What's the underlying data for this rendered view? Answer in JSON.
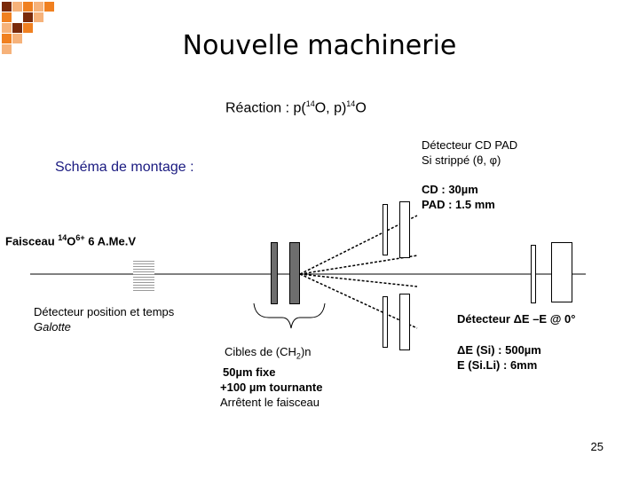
{
  "slide": {
    "title": "Nouvelle machinerie",
    "reaction": {
      "prefix": "Réaction : p(",
      "sup1": "14",
      "mid": "O, p)",
      "sup2": "14",
      "suffix": "O"
    },
    "schema_label": "Schéma de montage :",
    "detector_cd": {
      "line1": "Détecteur CD PAD",
      "line2": "Si strippé (θ, φ)"
    },
    "cd_specs": {
      "line1": "CD : 30µm",
      "line2": "PAD : 1.5 mm"
    },
    "beam": {
      "prefix": "Faisceau ",
      "sup1": "14",
      "mid": "O",
      "sup2": "6+",
      "suffix": " 6 A.Me.V"
    },
    "position_detector": {
      "line1": "Détecteur position et temps",
      "line2": "Galotte"
    },
    "targets": {
      "line1_prefix": "Cibles de (CH",
      "line1_sub": "2",
      "line1_suffix": ")n",
      "line2": "50µm fixe",
      "line3": "+100 µm tournante",
      "line4": "Arrêtent le faisceau"
    },
    "telescope": {
      "title": "Détecteur ΔE –E  @ 0°",
      "line1": "ΔE (Si) : 500µm",
      "line2": "E (Si.Li) : 6mm"
    },
    "page_number": "25",
    "colors": {
      "decor_orange": "#f08020",
      "decor_brown": "#7a2a0a",
      "text_blue": "#1a1a80",
      "target_gray": "#6e6e6e"
    }
  }
}
